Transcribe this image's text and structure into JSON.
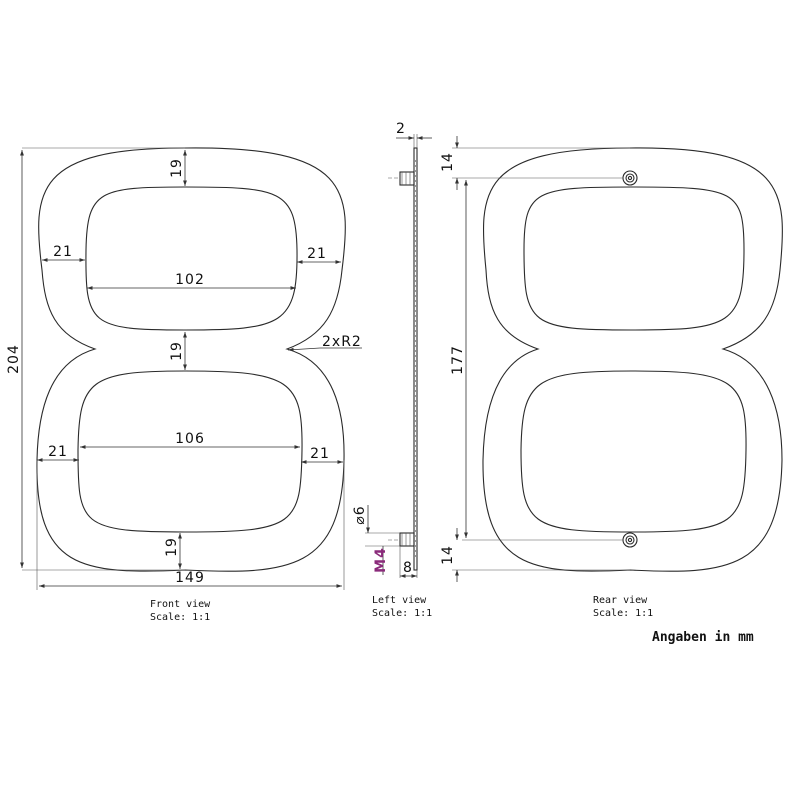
{
  "front": {
    "height": "204",
    "width": "149",
    "top_thickness": "19",
    "middle_thickness": "19",
    "bottom_thickness": "19",
    "upper_left_wall": "21",
    "upper_right_wall": "21",
    "upper_counter_width": "102",
    "lower_left_wall": "21",
    "lower_right_wall": "21",
    "lower_counter_width": "106",
    "notch_radius": "2xR2",
    "caption": "Front view",
    "scale": "Scale:  1:1"
  },
  "left": {
    "thickness": "2",
    "standoff_length": "8",
    "diameter": "⌀6",
    "thread": "M4",
    "caption": "Left view",
    "scale": "Scale:  1:1"
  },
  "rear": {
    "top_offset": "14",
    "hole_spacing": "177",
    "bottom_offset": "14",
    "caption": "Rear view",
    "scale": "Scale:  1:1"
  },
  "units_note": "Angaben in mm"
}
